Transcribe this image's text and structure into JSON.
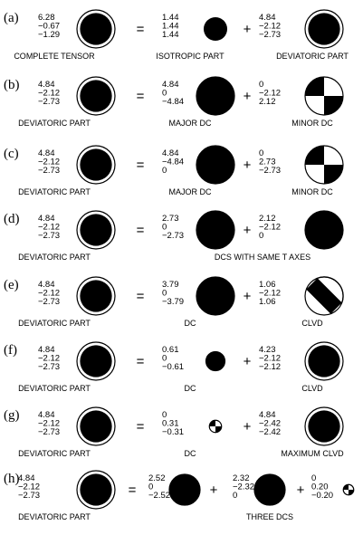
{
  "rows": [
    {
      "label": "(a)",
      "tensors": [
        {
          "values": [
            "6.28",
            "−0.67",
            "−1.29"
          ],
          "caption": "COMPLETE TENSOR",
          "glyph": "full-black-ball-icon"
        },
        {
          "values": [
            "1.44",
            "1.44",
            "1.44"
          ],
          "caption": "ISOTROPIC PART",
          "glyph": "isotropic-blob-icon"
        },
        {
          "values": [
            "4.84",
            "−2.12",
            "−2.73"
          ],
          "caption": "DEVIATORIC PART",
          "glyph": "full-black-ball-icon"
        }
      ],
      "operators": [
        "=",
        "+"
      ]
    },
    {
      "label": "(b)",
      "tensors": [
        {
          "values": [
            "4.84",
            "−2.12",
            "−2.73"
          ],
          "caption": "DEVIATORIC PART",
          "glyph": "full-black-ball-icon"
        },
        {
          "values": [
            "4.84",
            "0",
            "−4.84"
          ],
          "caption": "MAJOR DC",
          "glyph": "diagonal-lens-beachball-icon"
        },
        {
          "values": [
            "0",
            "−2.12",
            "2.12"
          ],
          "caption": "MINOR DC",
          "glyph": "quadrant-beachball-icon"
        }
      ],
      "operators": [
        "=",
        "+"
      ]
    },
    {
      "label": "(c)",
      "tensors": [
        {
          "values": [
            "4.84",
            "−2.12",
            "−2.73"
          ],
          "caption": "DEVIATORIC PART",
          "glyph": "full-black-ball-icon"
        },
        {
          "values": [
            "4.84",
            "−4.84",
            "0"
          ],
          "caption": "MAJOR DC",
          "glyph": "nw-lens-beachball-icon"
        },
        {
          "values": [
            "0",
            "2.73",
            "−2.73"
          ],
          "caption": "MINOR DC",
          "glyph": "quadrant-beachball-icon"
        }
      ],
      "operators": [
        "=",
        "+"
      ]
    },
    {
      "label": "(d)",
      "tensors": [
        {
          "values": [
            "4.84",
            "−2.12",
            "−2.73"
          ],
          "caption": "DEVIATORIC PART",
          "glyph": "full-black-ball-icon"
        },
        {
          "values": [
            "2.73",
            "0",
            "−2.73"
          ],
          "caption": "",
          "glyph": "ne-lens-beachball-icon"
        },
        {
          "values": [
            "2.12",
            "−2.12",
            "0"
          ],
          "caption": "",
          "glyph": "nw-lens-beachball-icon"
        }
      ],
      "operators": [
        "=",
        "+"
      ],
      "group_caption": "DCS WITH SAME T AXES"
    },
    {
      "label": "(e)",
      "tensors": [
        {
          "values": [
            "4.84",
            "−2.12",
            "−2.73"
          ],
          "caption": "DEVIATORIC PART",
          "glyph": "full-black-ball-icon"
        },
        {
          "values": [
            "3.79",
            "0",
            "−3.79"
          ],
          "caption": "DC",
          "glyph": "ne-lens-beachball-icon"
        },
        {
          "values": [
            "1.06",
            "−2.12",
            "1.06"
          ],
          "caption": "CLVD",
          "glyph": "clvd-band-beachball-icon"
        }
      ],
      "operators": [
        "=",
        "+"
      ]
    },
    {
      "label": "(f)",
      "tensors": [
        {
          "values": [
            "4.84",
            "−2.12",
            "−2.73"
          ],
          "caption": "DEVIATORIC PART",
          "glyph": "full-black-ball-icon"
        },
        {
          "values": [
            "0.61",
            "0",
            "−0.61"
          ],
          "caption": "DC",
          "glyph": "small-ne-lens-beachball-icon"
        },
        {
          "values": [
            "4.23",
            "−2.12",
            "−2.12"
          ],
          "caption": "CLVD",
          "glyph": "full-black-ball-icon"
        }
      ],
      "operators": [
        "=",
        "+"
      ]
    },
    {
      "label": "(g)",
      "tensors": [
        {
          "values": [
            "4.84",
            "−2.12",
            "−2.73"
          ],
          "caption": "DEVIATORIC PART",
          "glyph": "full-black-ball-icon"
        },
        {
          "values": [
            "0",
            "0.31",
            "−0.31"
          ],
          "caption": "DC",
          "glyph": "small-quadrant-beachball-icon"
        },
        {
          "values": [
            "4.84",
            "−2.42",
            "−2.42"
          ],
          "caption": "MAXIMUM CLVD",
          "glyph": "full-black-ball-icon"
        }
      ],
      "operators": [
        "=",
        "+"
      ]
    },
    {
      "label": "(h)",
      "tensors": [
        {
          "values": [
            "4.84",
            "−2.12",
            "−2.73"
          ],
          "caption": "DEVIATORIC PART",
          "glyph": "full-black-ball-icon"
        },
        {
          "values": [
            "2.52",
            "0",
            "−2.52"
          ],
          "caption": "",
          "glyph": "ne-lens-beachball-icon"
        },
        {
          "values": [
            "2.32",
            "−2.32",
            "0"
          ],
          "caption": "",
          "glyph": "nw-lens-beachball-icon"
        },
        {
          "values": [
            "0",
            "0.20",
            "−0.20"
          ],
          "caption": "",
          "glyph": "small-quadrant-beachball-icon"
        }
      ],
      "operators": [
        "=",
        "+",
        "+"
      ],
      "group_caption": "THREE DCS"
    }
  ]
}
